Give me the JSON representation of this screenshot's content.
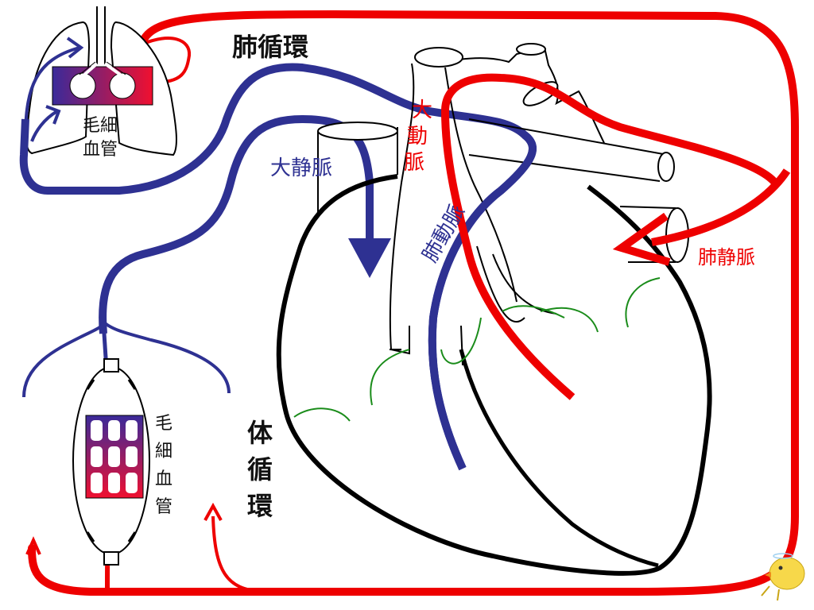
{
  "labels": {
    "pulmonary_circulation": "肺循環",
    "systemic_circulation": [
      "体",
      "循",
      "環"
    ],
    "aorta": [
      "大",
      "動",
      "脈"
    ],
    "vena_cava": "大静脈",
    "pulmonary_artery": "肺動脈",
    "pulmonary_vein": "肺静脈",
    "lung_capillary": [
      "毛細",
      "血管"
    ],
    "body_capillary": [
      "毛",
      "細",
      "血",
      "管"
    ]
  },
  "colors": {
    "oxygenated_blood": "#ee0000",
    "deoxygenated_blood": "#2e3192",
    "heart_outline": "#000000",
    "coronary_vessels": "#1a8c1a",
    "label_black": "#111111"
  }
}
